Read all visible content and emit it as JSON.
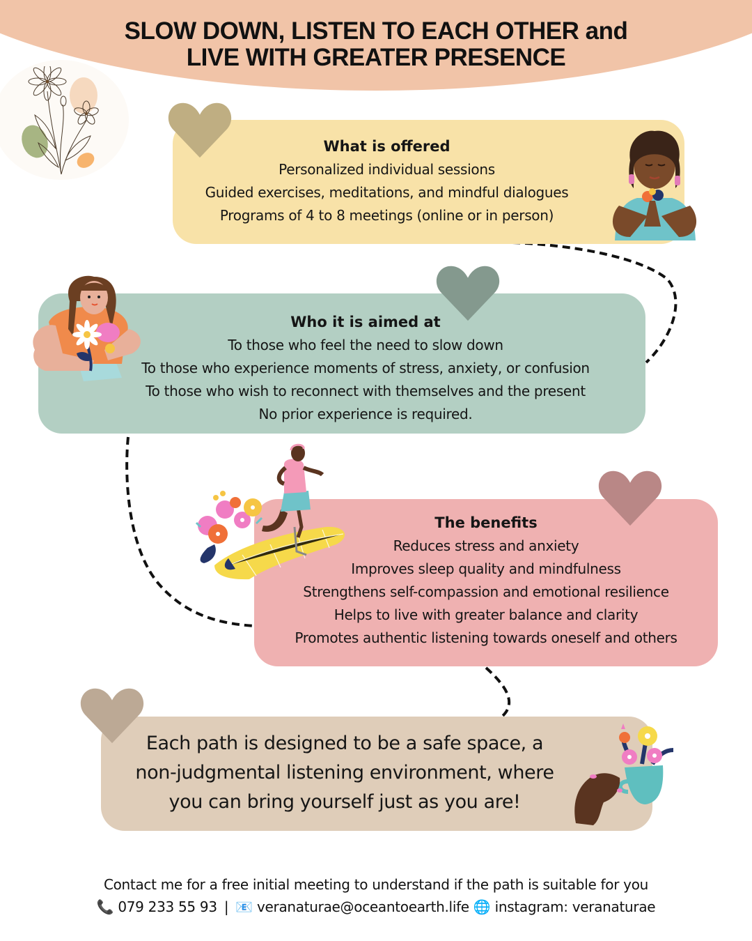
{
  "header": {
    "title_line1": "SLOW DOWN, LISTEN TO EACH OTHER and",
    "title_line2": "LIVE WITH GREATER PRESENCE",
    "background_color": "#f1c4a8"
  },
  "sections": {
    "offered": {
      "heading": "What is offered",
      "lines": [
        "Personalized individual sessions",
        "Guided exercises, meditations, and mindful dialogues",
        "Programs of 4 to 8 meetings (online or in person)"
      ],
      "color": "#f8e2a8",
      "heart_color": "#bfae82"
    },
    "audience": {
      "heading": "Who it is aimed at",
      "lines": [
        "To those who feel the need to slow down",
        "To those who experience moments of stress, anxiety, or confusion",
        "To those who wish to reconnect with themselves and the present",
        "No prior experience is required."
      ],
      "color": "#b3cfc3",
      "heart_color": "#84998e"
    },
    "benefits": {
      "heading": "The benefits",
      "lines": [
        "Reduces stress and anxiety",
        "Improves sleep quality and mindfulness",
        "Strengthens self-compassion and emotional resilience",
        "Helps to live with greater balance and clarity",
        "Promotes authentic listening towards oneself and others"
      ],
      "color": "#efb1b1",
      "heart_color": "#b98786"
    },
    "closing": {
      "lines": [
        "Each path is designed to be a safe space, a",
        "non-judgmental listening environment, where",
        "you can bring yourself just as you are!"
      ],
      "color": "#dfcdb9",
      "heart_color": "#bca995"
    }
  },
  "footer": {
    "cta": "Contact me for a free initial meeting to understand if the path is suitable for you",
    "phone_icon": "📞",
    "phone": "079 233 55 93",
    "separator": "|",
    "email_icon": "📧",
    "email": "veranaturae@oceantoearth.life",
    "web_icon": "🌐",
    "instagram": "instagram: veranaturae"
  },
  "icons": {
    "hearts": "heart-icon",
    "decor": "flower-line-drawing",
    "illustrations": [
      "woman-with-flowers",
      "woman-holding-flower",
      "runner-with-flowers",
      "hand-holding-flower-cup"
    ]
  }
}
